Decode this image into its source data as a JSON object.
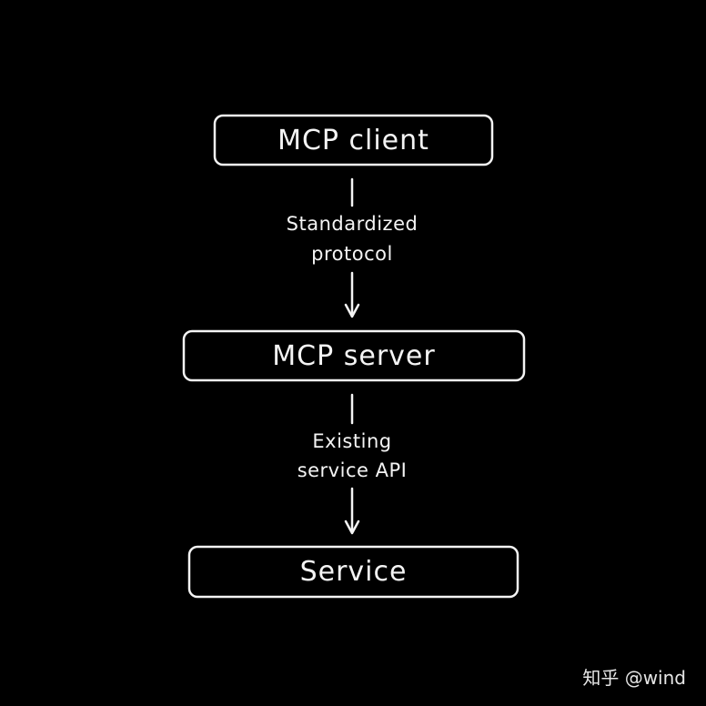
{
  "nodes": {
    "client": "MCP client",
    "server": "MCP server",
    "service": "Service"
  },
  "edges": {
    "client_to_server": [
      "Standardized",
      "protocol"
    ],
    "server_to_service": [
      "Existing",
      "service API"
    ]
  },
  "watermark": "知乎 @wind",
  "colors": {
    "background": "#000000",
    "stroke": "#f4f4f4"
  }
}
